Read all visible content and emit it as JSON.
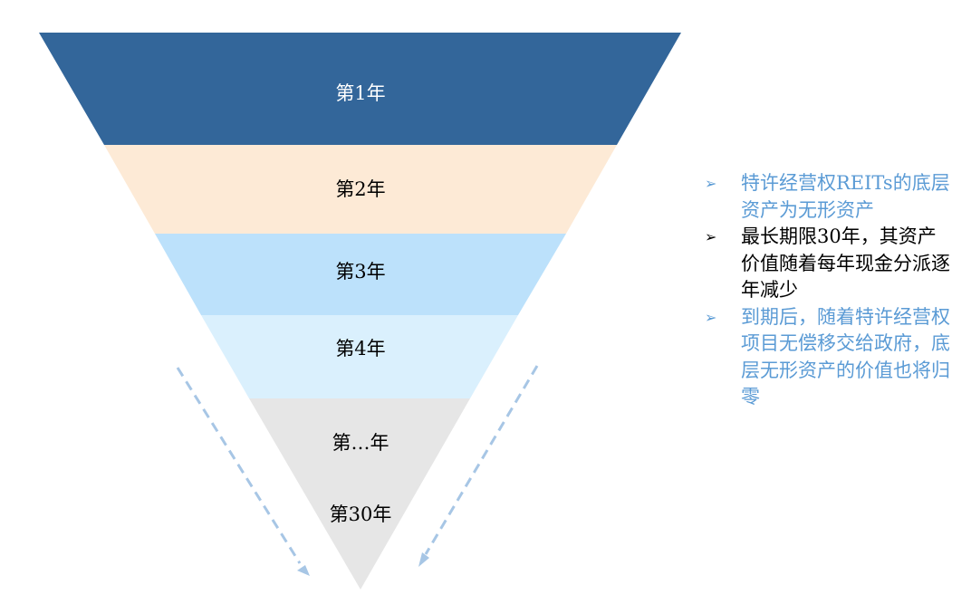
{
  "funnel": {
    "stage_labels": [
      "第1年",
      "第2年",
      "第3年",
      "第4年",
      "第…年",
      "第30年"
    ],
    "colors": {
      "stage1": "#33669A",
      "stage2": "#FDEAD6",
      "stage3": "#BCE1FB",
      "stage4": "#DAF0FD",
      "stage5": "#E6E6E6",
      "stage1_text": "#ffffff",
      "stage_text": "#000000",
      "arrow": "#A7C6E5"
    }
  },
  "notes": {
    "items": [
      {
        "text": "特许经营权REITs的底层资产为无形资产",
        "color": "#5B9BD5"
      },
      {
        "text": "最长期限30年，其资产价值随着每年现金分派逐年减少",
        "color": "#000000"
      },
      {
        "text": "到期后，随着特许经营权项目无偿移交给政府，底层无形资产的价值也将归零",
        "color": "#5B9BD5"
      }
    ],
    "bullet_glyph": "➢"
  }
}
